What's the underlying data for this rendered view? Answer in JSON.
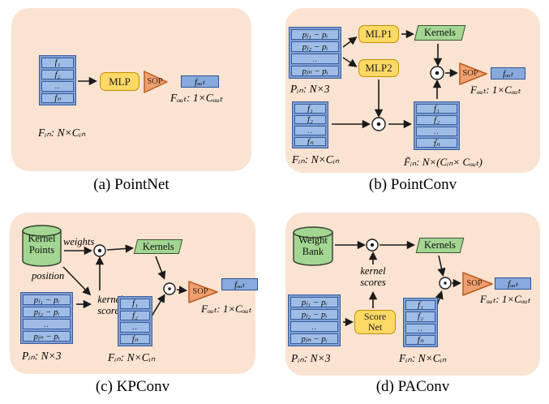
{
  "captions": {
    "a": "(a) PointNet",
    "b": "(b) PointConv",
    "c": "(c) KPConv",
    "d": "(d) PAConv"
  },
  "colors": {
    "panel_bg": "#fbe3d2",
    "stack_cell": "#9fbce6",
    "stack_frame": "#7d9fd4",
    "stack_border": "#3a5e9c",
    "mlp_fill": "#ffd966",
    "mlp_border": "#bf9000",
    "kernels_fill": "#a3d693",
    "kernels_border": "#3a5230",
    "sop_fill": "#efa070",
    "sop_border": "#b95c20",
    "fout_fill": "#88a9dd",
    "fout_border": "#2e5394",
    "arrow": "#1a1a1a"
  },
  "panel_a": {
    "stack_f": {
      "rows": [
        "f₁",
        "f₂",
        "..",
        "fₙ"
      ],
      "label": "Fᵢₙ: N×Cᵢₙ"
    },
    "mlp_label": "MLP",
    "sop_label": "SOP",
    "fout_cell": "fₒᵤₜ",
    "fout_label": "Fₒᵤₜ: 1×Cₒᵤₜ"
  },
  "panel_b": {
    "stack_p": {
      "rows": [
        "pⱼ₁ − pᵢ",
        "pⱼ₂ − pᵢ",
        "..",
        "pⱼₙ − pᵢ"
      ],
      "label": "Pᵢₙ: N×3"
    },
    "mlp1_label": "MLP1",
    "mlp2_label": "MLP2",
    "kernels_label": "Kernels",
    "stack_f": {
      "rows": [
        "f₁",
        "f₂",
        "..",
        "fₙ"
      ],
      "label": "Fᵢₙ: N×Cᵢₙ"
    },
    "stack_ft": {
      "rows": [
        "f̃₁",
        "f̃₂",
        "..",
        "f̃ₙ"
      ],
      "label": "F̃ᵢₙ: N×(Cᵢₙ× Cₒᵤₜ)"
    },
    "sop_label": "SOP",
    "fout_cell": "fₒᵤₜ",
    "fout_label": "Fₒᵤₜ: 1×Cₒᵤₜ"
  },
  "panel_c": {
    "cylinder_line1": "Kernel",
    "cylinder_line2": "Points",
    "weights_note": "weights",
    "position_note": "position",
    "scores_note_line1": "kernel",
    "scores_note_line2": "scores",
    "kernels_label": "Kernels",
    "stack_p": {
      "rows": [
        "pⱼ₁ − pᵢ",
        "pⱼ₂ − pᵢ",
        "..",
        "pⱼₙ − pᵢ"
      ],
      "label": "Pᵢₙ: N×3"
    },
    "stack_f": {
      "rows": [
        "f₁",
        "f₂",
        "..",
        "fₙ"
      ],
      "label": "Fᵢₙ: N×Cᵢₙ"
    },
    "sop_label": "SOP",
    "fout_cell": "fₒᵤₜ",
    "fout_label": "Fₒᵤₜ: 1×Cₒᵤₜ"
  },
  "panel_d": {
    "cylinder_line1": "Weight",
    "cylinder_line2": "Bank",
    "scores_note_line1": "kernel",
    "scores_note_line2": "scores",
    "scorenet_line1": "Score",
    "scorenet_line2": "Net",
    "kernels_label": "Kernels",
    "stack_p": {
      "rows": [
        "pⱼ₁ − pᵢ",
        "pⱼ₂ − pᵢ",
        "..",
        "pⱼₙ − pᵢ"
      ],
      "label": "Pᵢₙ: N×3"
    },
    "stack_f": {
      "rows": [
        "f₁",
        "f₂",
        "..",
        "fₙ"
      ],
      "label": "Fᵢₙ: N×Cᵢₙ"
    },
    "sop_label": "SOP",
    "fout_cell": "fₒᵤₜ",
    "fout_label": "Fₒᵤₜ: 1×Cₒᵤₜ"
  }
}
